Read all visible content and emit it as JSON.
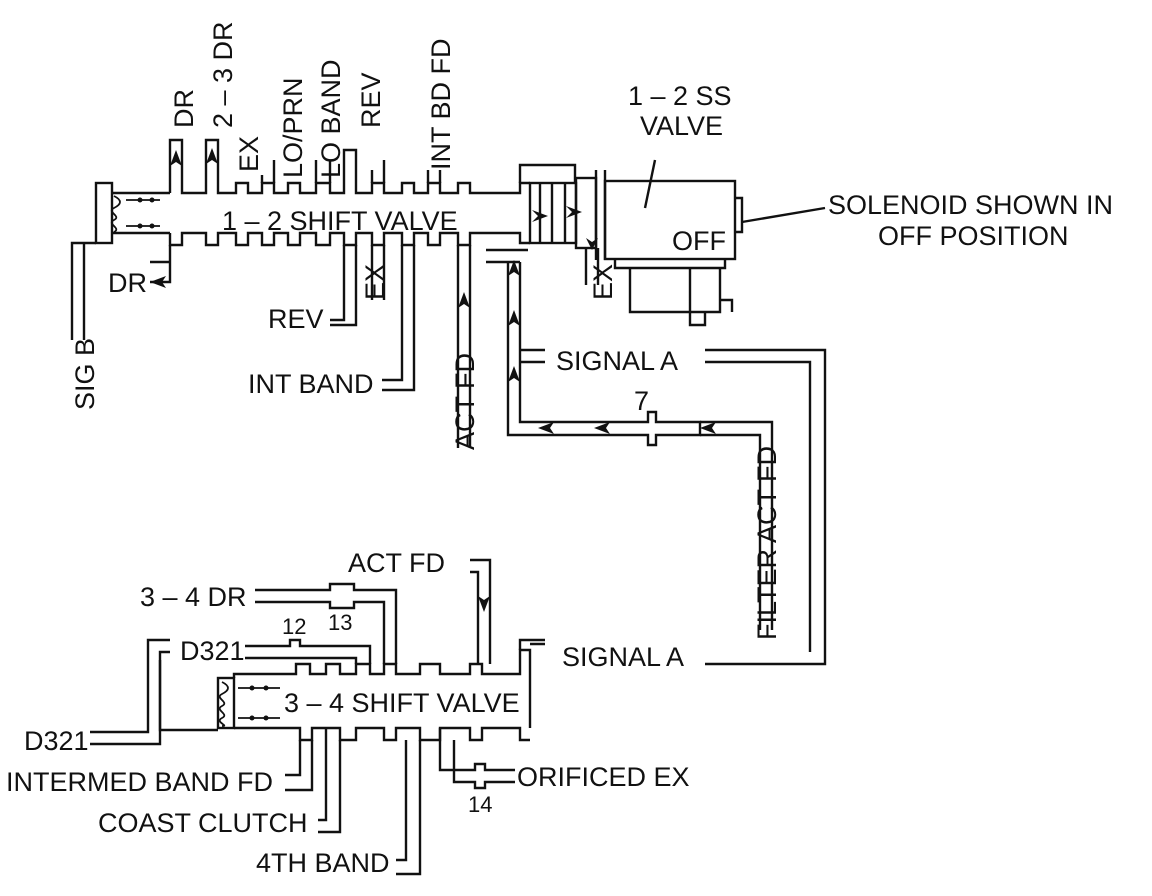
{
  "labels": {
    "dr_top": "DR",
    "dr_23": "2 – 3 DR",
    "ex_top": "EX",
    "lo_prn": "LO/PRN",
    "lo_band": "LO BAND",
    "rev_top": "REV",
    "int_bd_fd": "INT BD FD",
    "shift_12": "1 – 2 SHIFT VALVE",
    "ss_valve_1": "1 – 2 SS",
    "ss_valve_2": "VALVE",
    "solenoid_1": "SOLENOID SHOWN IN",
    "solenoid_2": "OFF POSITION",
    "off": "OFF",
    "dr_bottom": "DR",
    "rev_bottom": "REV",
    "ex_bottom": "EX",
    "ex_solenoid": "EX",
    "sig_b": "SIG B",
    "int_band": "INT BAND",
    "act_fd_top": "ACT FD",
    "signal_a_top": "SIGNAL A",
    "orifice_7": "7",
    "filter_act_fd": "FILTER ACT FD",
    "act_fd_bottom": "ACT FD",
    "dr_34": "3 – 4 DR",
    "orifice_13": "13",
    "orifice_12": "12",
    "d321_upper": "D321",
    "signal_a_bottom": "SIGNAL A",
    "shift_34": "3 – 4 SHIFT VALVE",
    "d321_left": "D321",
    "intermed_band_fd": "INTERMED BAND FD",
    "coast_clutch": "COAST CLUTCH",
    "fourth_band": "4TH BAND",
    "orificed_ex": "ORIFICED EX",
    "orifice_14": "14"
  }
}
